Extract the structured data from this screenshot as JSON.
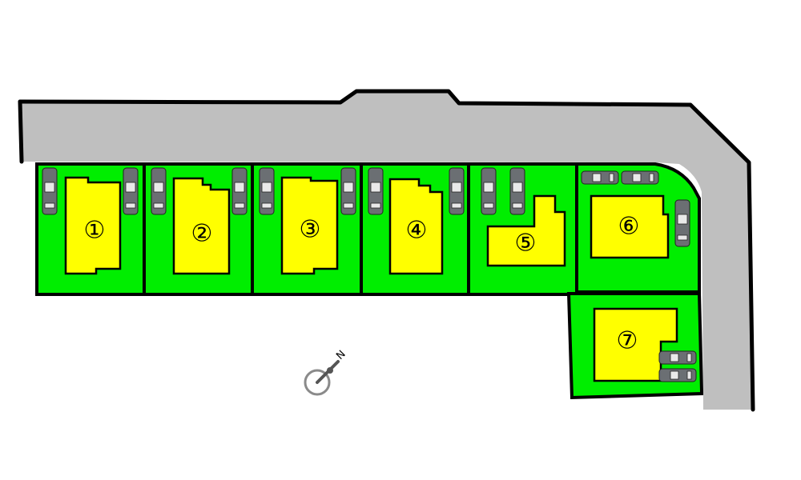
{
  "map": {
    "road_color": "#bfbfbf",
    "lot_color": "#00ee00",
    "house_color": "#ffff00",
    "compass_label": "N",
    "lots": [
      {
        "id": "lot-1",
        "label": "①",
        "parking_spaces": 2
      },
      {
        "id": "lot-2",
        "label": "②",
        "parking_spaces": 2
      },
      {
        "id": "lot-3",
        "label": "③",
        "parking_spaces": 2
      },
      {
        "id": "lot-4",
        "label": "④",
        "parking_spaces": 2
      },
      {
        "id": "lot-5",
        "label": "⑤",
        "parking_spaces": 2
      },
      {
        "id": "lot-6",
        "label": "⑥",
        "parking_spaces": 3
      },
      {
        "id": "lot-7",
        "label": "⑦",
        "parking_spaces": 2
      }
    ]
  }
}
